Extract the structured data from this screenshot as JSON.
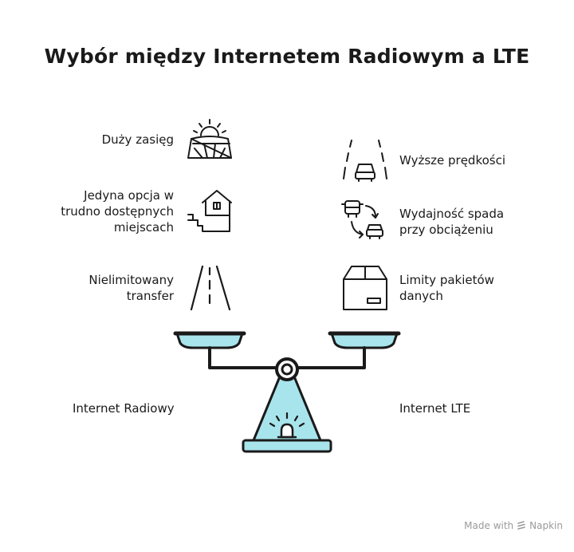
{
  "title": "Wybór między Internetem Radiowym a LTE",
  "left": {
    "name": "Internet Radiowy",
    "features": [
      {
        "lines": [
          "Duży zasięg"
        ],
        "icon": "sunrise-field-icon"
      },
      {
        "lines": [
          "Jedyna opcja w",
          "trudno dostępnych",
          "miejscach"
        ],
        "icon": "house-on-stairs-icon"
      },
      {
        "lines": [
          "Nielimitowany",
          "transfer"
        ],
        "icon": "open-road-icon"
      }
    ]
  },
  "right": {
    "name": "Internet LTE",
    "features": [
      {
        "lines": [
          "Wyższe prędkości"
        ],
        "icon": "car-on-road-icon"
      },
      {
        "lines": [
          "Wydajność spada",
          "przy obciążeniu"
        ],
        "icon": "bus-car-swap-icon"
      },
      {
        "lines": [
          "Limity pakietów",
          "danych"
        ],
        "icon": "package-box-icon"
      }
    ]
  },
  "footer": {
    "made_with": "Made with",
    "brand": "Napkin"
  },
  "colors": {
    "accent": "#a8e4ec",
    "stroke": "#1a1a1a"
  }
}
